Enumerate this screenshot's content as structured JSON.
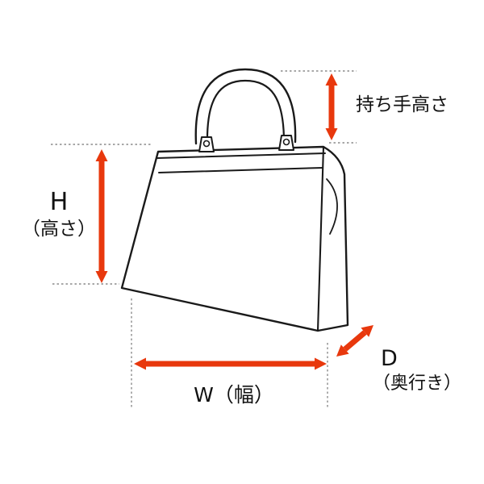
{
  "diagram": {
    "subject": "handbag-measurement-diagram"
  },
  "labels": {
    "handle_height": "持ち手高さ",
    "height_symbol": "H",
    "height_name": "（高さ）",
    "width": "W（幅）",
    "depth_symbol": "D",
    "depth_name": "（奥行き）"
  },
  "colors": {
    "arrow": "#e8380d",
    "outline": "#1a1a1a",
    "guide": "#8a8a8a",
    "bg": "#ffffff"
  }
}
